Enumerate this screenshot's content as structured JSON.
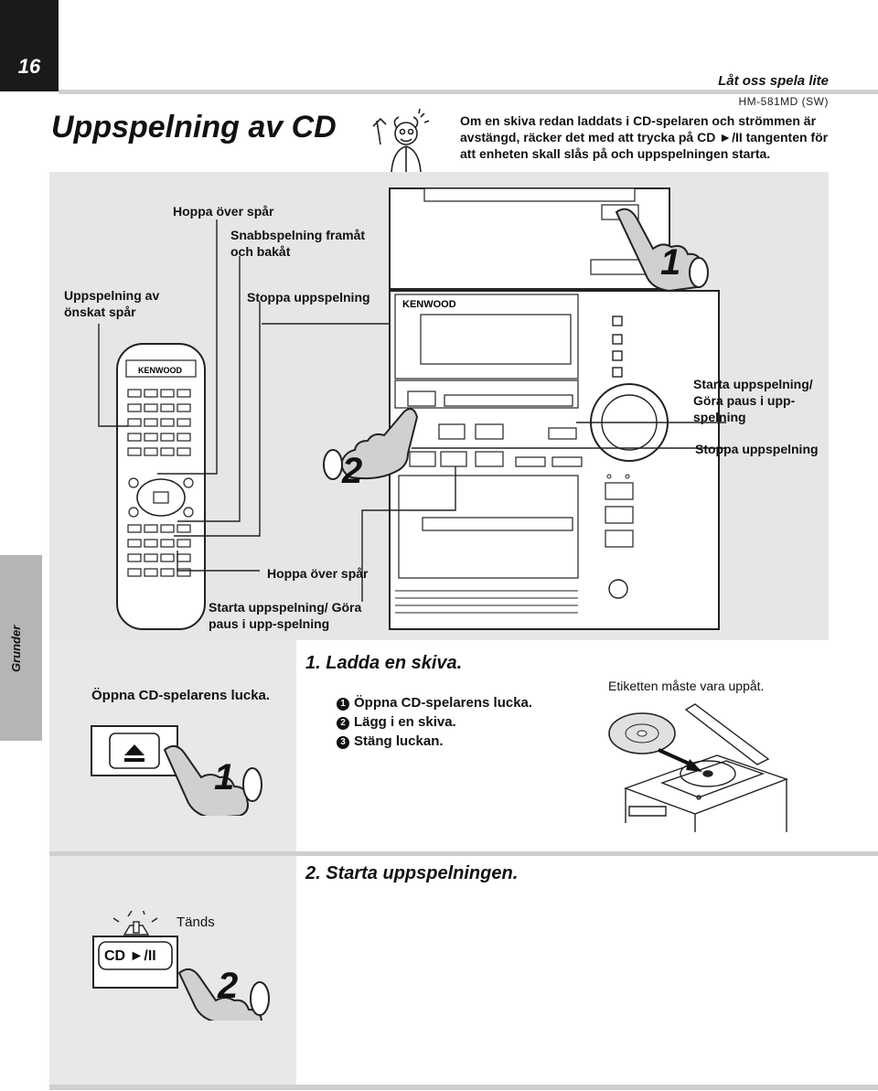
{
  "page": {
    "number": "16",
    "section": "Låt oss spela lite",
    "model": "HM-581MD (SW)",
    "side_tab": "Grunder"
  },
  "title": "Uppspelning av CD",
  "intro": {
    "text_before": "Om en skiva redan laddats i CD-spelaren och strömmen är avstängd, räcker det med att trycka på ",
    "key": "CD ►/II",
    "text_after": " tangenten för att enheten skall slås på och uppspelningen starta."
  },
  "diagram": {
    "remote_brand": "KENWOOD",
    "unit_brand": "KENWOOD",
    "labels": {
      "skip_top": "Hoppa över spår",
      "search": "Snabbspelning framåt och bakåt",
      "play_desired": "Uppspelning av önskat spår",
      "stop_left": "Stoppa uppspelning",
      "play_pause_right": "Starta uppspelning/ Göra paus i upp-spelning",
      "stop_right": "Stoppa uppspelning",
      "skip_bottom": "Hoppa över spår",
      "play_pause_bottom": "Starta uppspelning/ Göra paus i upp-spelning"
    },
    "badges": [
      "1",
      "2"
    ]
  },
  "step1": {
    "title": "1. Ladda en skiva.",
    "left_caption": "Öppna CD-spelarens lucka.",
    "items": [
      "Öppna CD-spelarens lucka.",
      "Lägg i en skiva.",
      "Stäng luckan."
    ],
    "item_markers": [
      "1",
      "2",
      "3"
    ],
    "note": "Etiketten måste vara uppåt.",
    "badge": "1",
    "eject_icon": "eject-icon"
  },
  "step2": {
    "title": "2. Starta uppspelningen.",
    "lights": "Tänds",
    "key": "CD ►/II",
    "badge": "2"
  }
}
